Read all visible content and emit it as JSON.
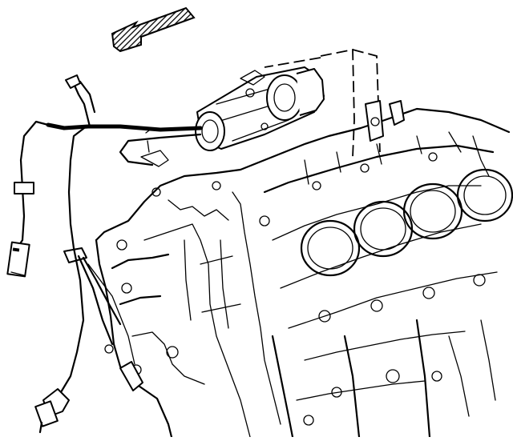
{
  "diagram": {
    "background": "#ffffff",
    "ink": "#000000",
    "components": [
      {
        "id": "direction-arrow",
        "icon": "hatched-arrow-icon"
      },
      {
        "id": "starter-motor",
        "icon": "starter-motor-icon"
      },
      {
        "id": "wiring-harness",
        "icon": "wiring-harness-icon"
      },
      {
        "id": "harness-connector-upper",
        "icon": "connector-icon"
      },
      {
        "id": "harness-connector-lower",
        "icon": "connector-icon"
      },
      {
        "id": "ring-terminal",
        "icon": "ring-terminal-icon"
      },
      {
        "id": "engine-block",
        "icon": "engine-block-icon"
      },
      {
        "id": "cylinder-bores",
        "count": 4
      }
    ]
  }
}
